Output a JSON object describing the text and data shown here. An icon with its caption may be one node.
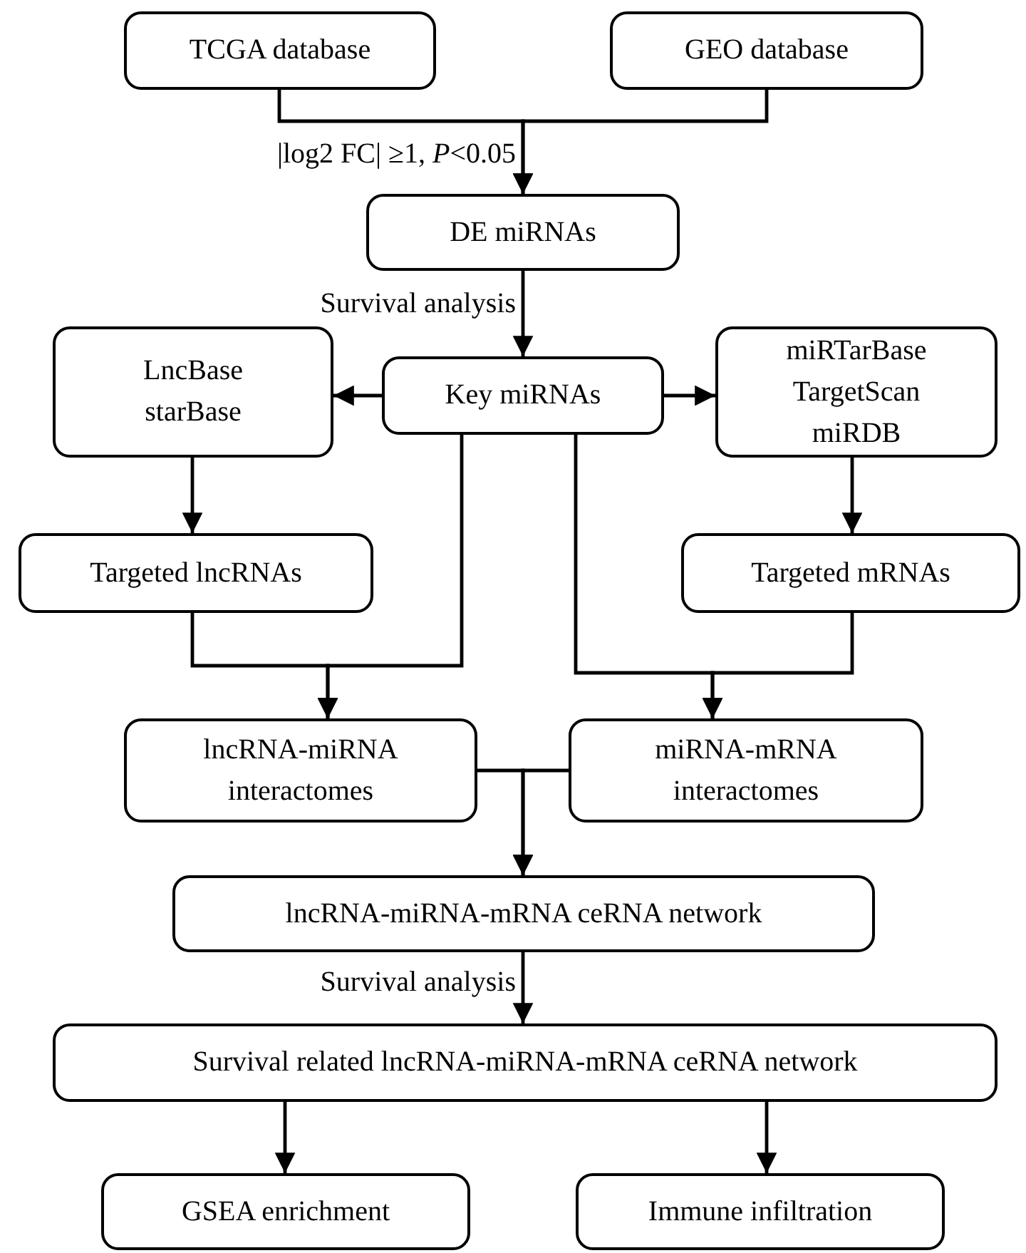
{
  "diagram": {
    "nodes": [
      {
        "text": [
          "TCGA database"
        ]
      },
      {
        "text": [
          "GEO database"
        ]
      },
      {
        "text": [
          "DE miRNAs"
        ]
      },
      {
        "text": [
          "LncBase starBase"
        ]
      },
      {
        "text": [
          "Key miRNAs"
        ]
      },
      {
        "text": [
          "miRTarBase TargetScan miRDB"
        ]
      },
      {
        "text": [
          "Targeted lncRNAs"
        ]
      },
      {
        "text": [
          "Targeted mRNAs"
        ]
      },
      {
        "text": [
          "lncRNA-miRNA interactomes"
        ]
      },
      {
        "text": [
          "miRNA-mRNA interactomes"
        ]
      },
      {
        "text": [
          "lncRNA-miRNA-mRNA ceRNA network"
        ]
      },
      {
        "text": [
          "Survival related lncRNA-miRNA-mRNA ceRNA network"
        ]
      },
      {
        "text": [
          "GSEA enrichment"
        ]
      },
      {
        "text": [
          "Immune infiltration"
        ]
      }
    ],
    "edges": [
      {
        "from": 0,
        "to": 2,
        "arrow": "to",
        "label": "|log2 FC| ≥1, *P*<0.05"
      },
      {
        "from": 1,
        "to": 2,
        "arrow": "to"
      },
      {
        "from": 2,
        "to": 4,
        "arrow": "to",
        "label": "Survival analysis"
      },
      {
        "from": 4,
        "to": 3,
        "arrow": "to"
      },
      {
        "from": 4,
        "to": 5,
        "arrow": "to"
      },
      {
        "from": 3,
        "to": 6,
        "arrow": "to"
      },
      {
        "from": 5,
        "to": 7,
        "arrow": "to"
      },
      {
        "from": 6,
        "to": 8,
        "arrow": "to"
      },
      {
        "from": 4,
        "to": 8,
        "arrow": "to"
      },
      {
        "from": 4,
        "to": 9,
        "arrow": "to"
      },
      {
        "from": 7,
        "to": 9,
        "arrow": "to"
      },
      {
        "from": 8,
        "to": 10,
        "arrow": "to"
      },
      {
        "from": 9,
        "to": 10,
        "arrow": "to"
      },
      {
        "from": 10,
        "to": 11,
        "arrow": "to",
        "label": "Survival analysis"
      },
      {
        "from": 11,
        "to": 12,
        "arrow": "to"
      },
      {
        "from": 11,
        "to": 13,
        "arrow": "to"
      }
    ]
  }
}
